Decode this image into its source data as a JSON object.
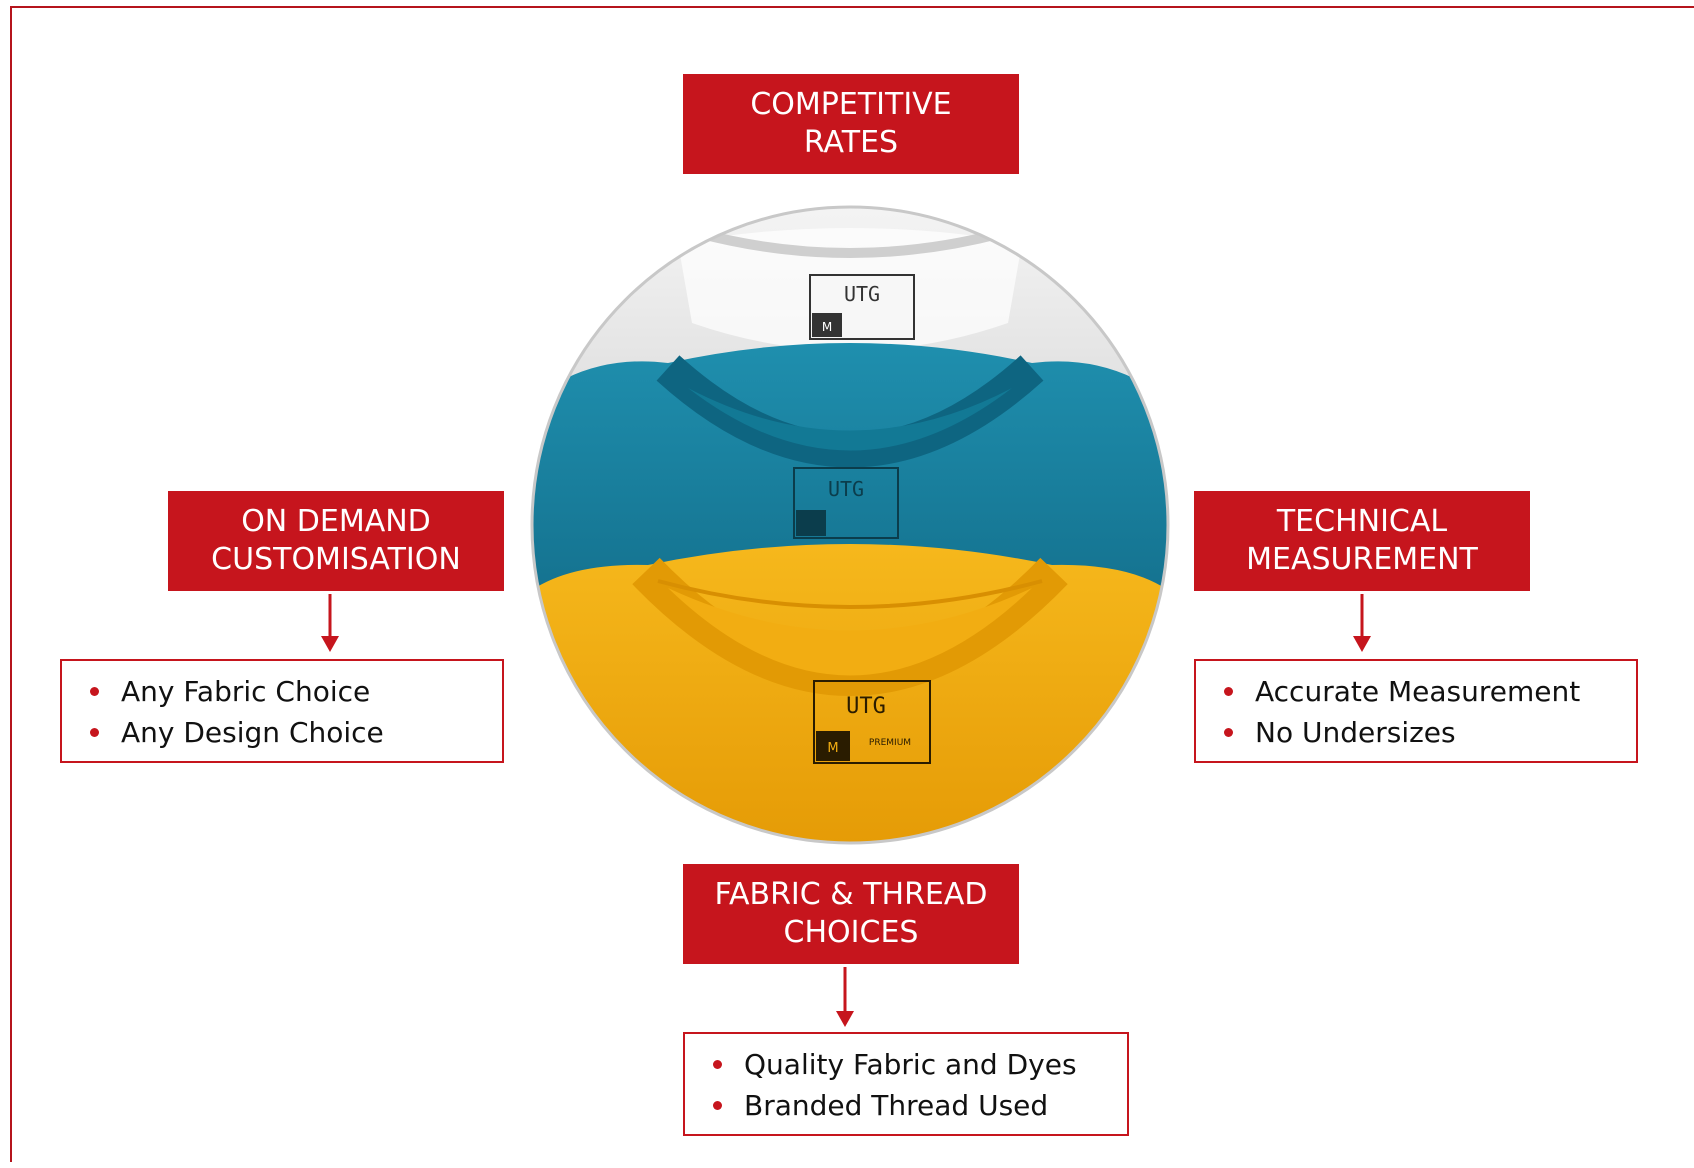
{
  "colors": {
    "accent": "#c6151d",
    "shirt_white": "#eeeeee",
    "shirt_teal": "#1b85a3",
    "shirt_yellow": "#f3ae10"
  },
  "top_box": {
    "line1": "COMPETITIVE",
    "line2": "RATES"
  },
  "left_box": {
    "line1": "ON DEMAND",
    "line2": "CUSTOMISATION"
  },
  "left_list": [
    "Any Fabric Choice",
    "Any Design Choice"
  ],
  "right_box": {
    "line1": "TECHNICAL",
    "line2": "MEASUREMENT"
  },
  "right_list": [
    "Accurate Measurement",
    "No Undersizes"
  ],
  "bottom_box": {
    "line1": "FABRIC & THREAD",
    "line2": "CHOICES"
  },
  "bottom_list": [
    "Quality Fabric and Dyes",
    "Branded Thread Used"
  ],
  "shirt_label": {
    "brand": "UTG",
    "size": "M",
    "tag": "PREMIUM"
  },
  "icons": [
    "arrow-down-icon",
    "bullet-icon"
  ]
}
